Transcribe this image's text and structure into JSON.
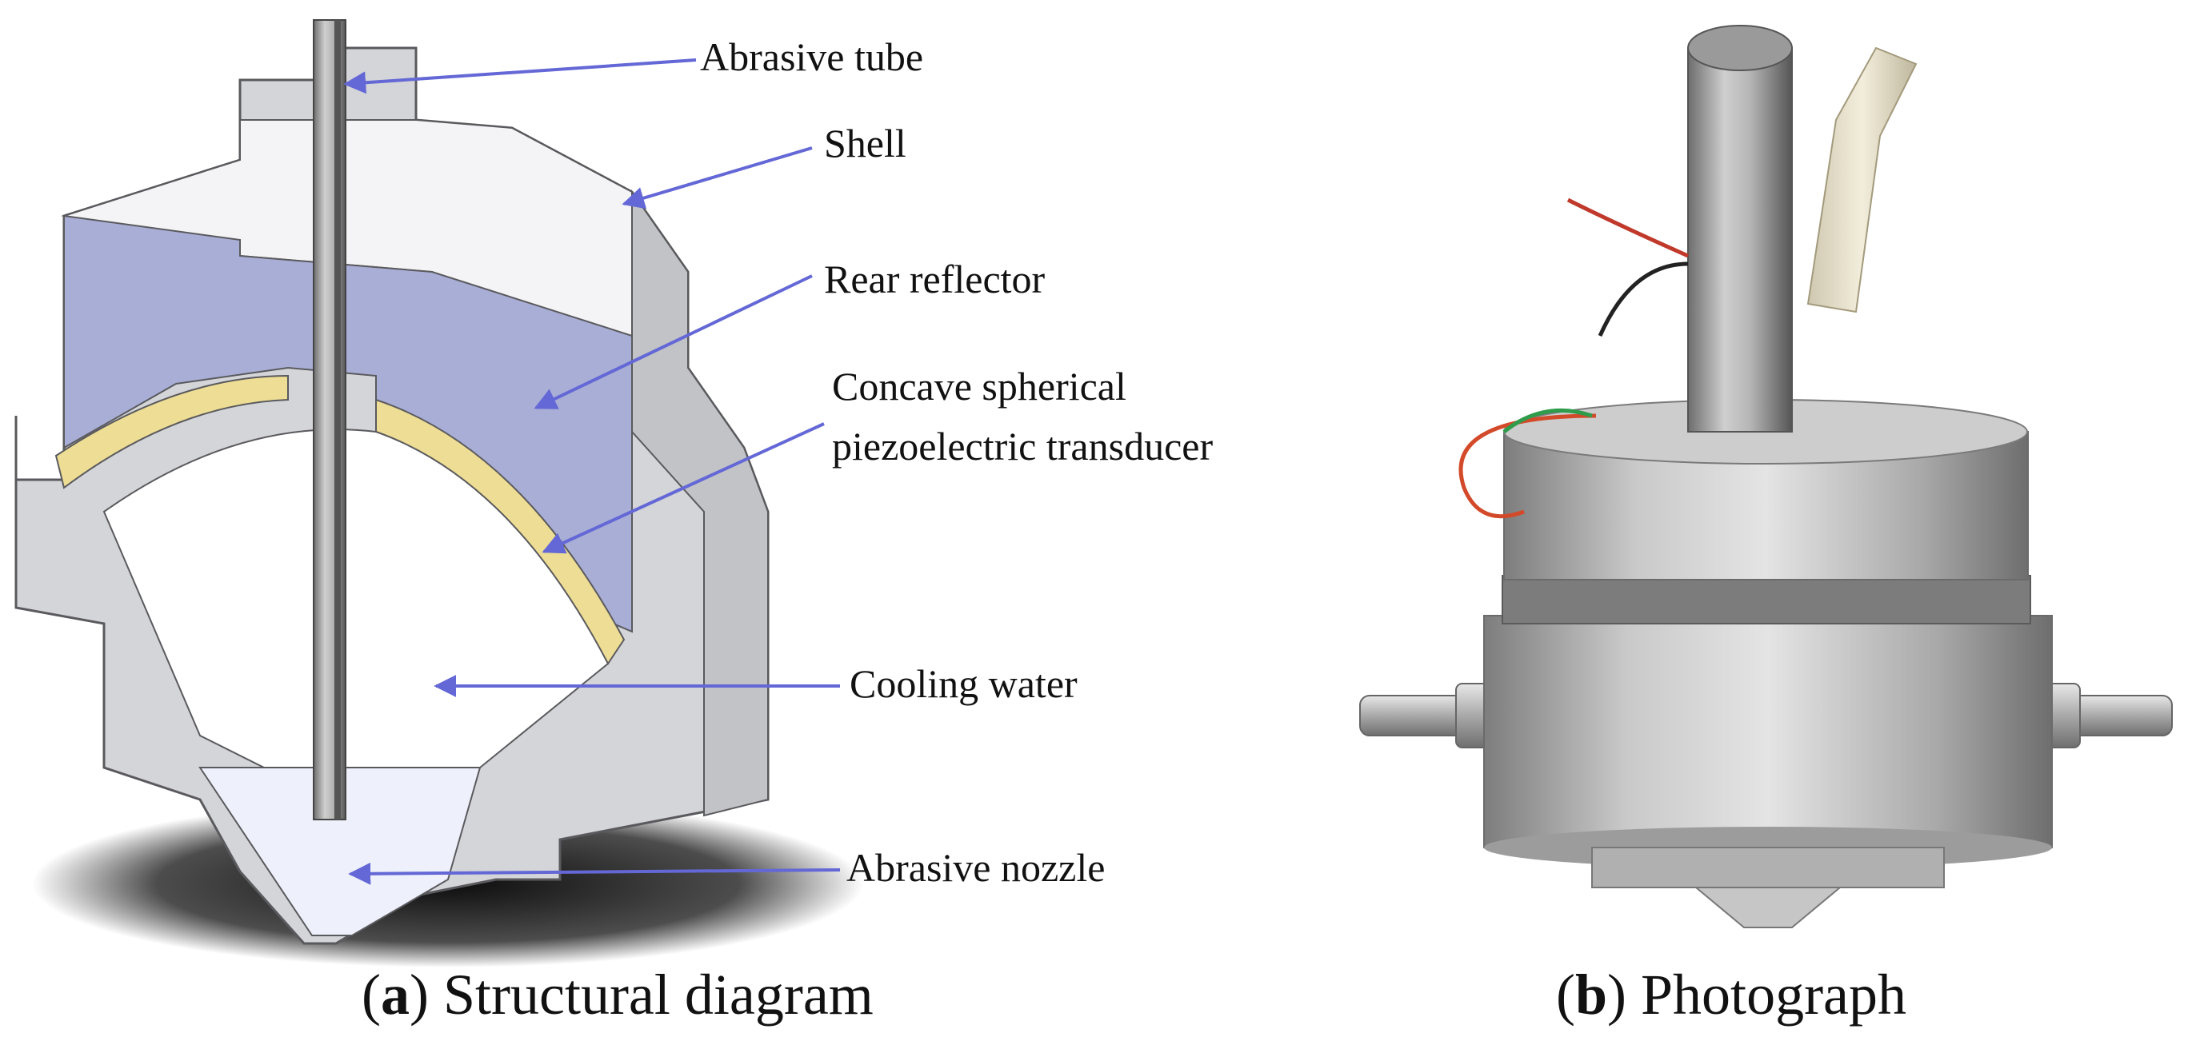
{
  "panel_a": {
    "caption_letter": "a",
    "caption_text": "Structural diagram",
    "callouts": {
      "abrasive_tube": "Abrasive tube",
      "shell": "Shell",
      "rear_reflector": "Rear reflector",
      "transducer_line1": "Concave spherical",
      "transducer_line2": "piezoelectric transducer",
      "cooling_water": "Cooling water",
      "abrasive_nozzle": "Abrasive nozzle"
    }
  },
  "panel_b": {
    "caption_letter": "b",
    "caption_text": "Photograph"
  },
  "colors": {
    "shell_fill": "#d4d5d8",
    "shell_edge": "#5a5a5e",
    "reflector_fill": "#a9aed6",
    "transducer_fill": "#eedd94",
    "arrow": "#6468d6",
    "metal_light": "#d9d9d9",
    "metal_dark": "#8a8a8a"
  }
}
